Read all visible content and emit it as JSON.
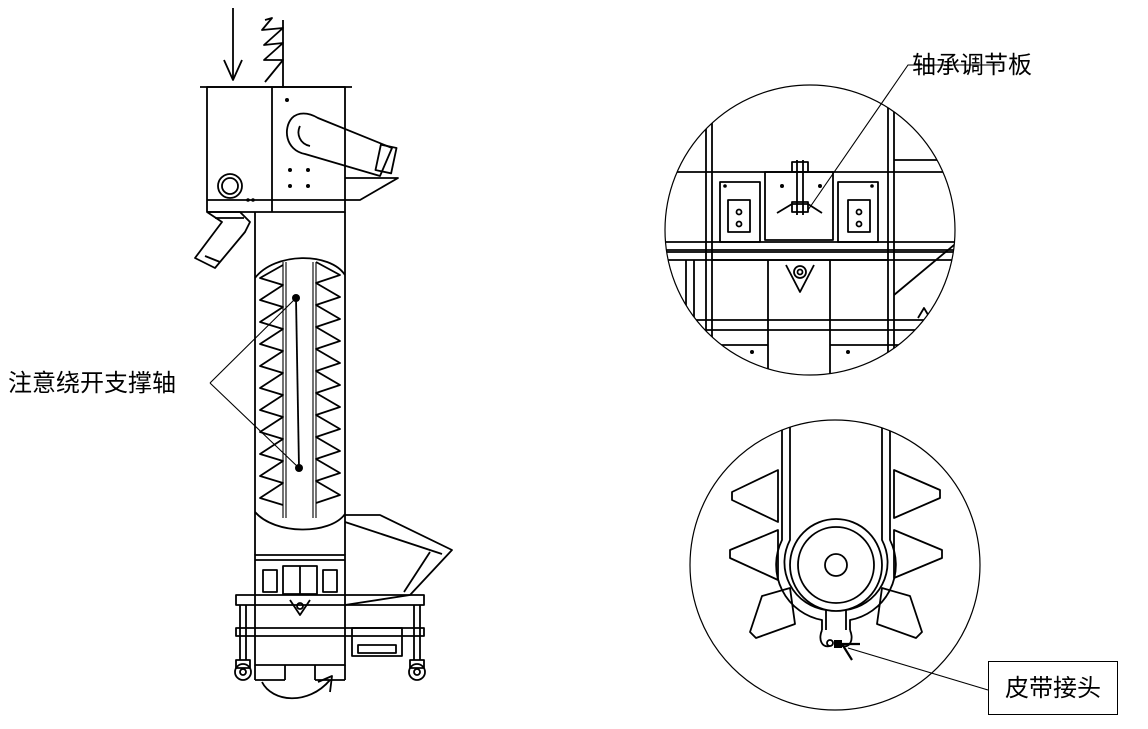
{
  "labels": {
    "bearing_plate": "轴承调节板",
    "avoid_shaft": "注意绕开支撑轴",
    "belt_joint": "皮带接头"
  }
}
